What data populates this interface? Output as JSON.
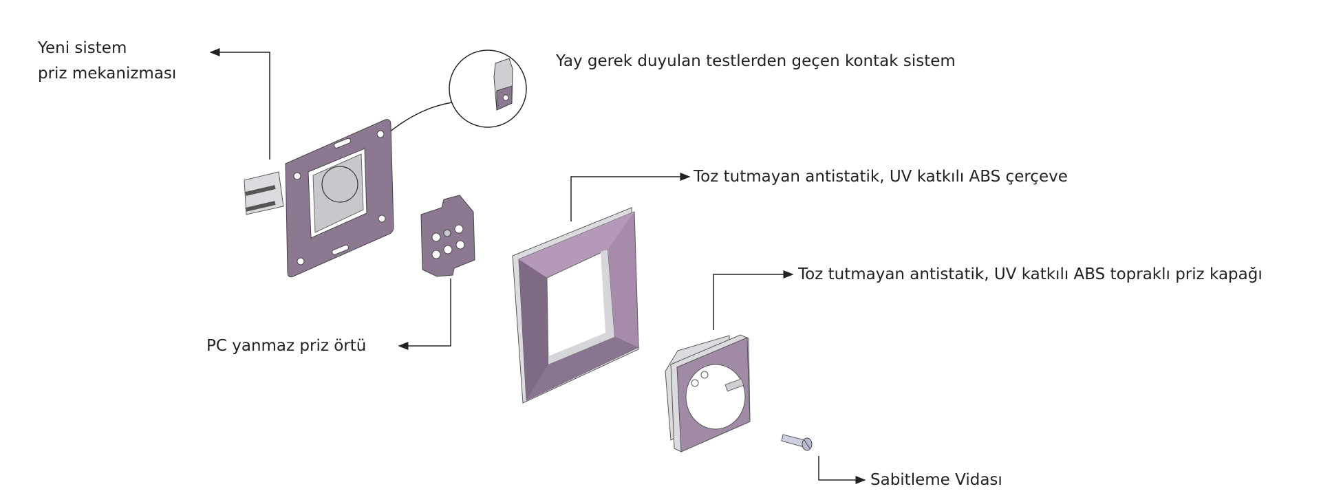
{
  "labels": {
    "mechanism_line1": "Yeni sistem",
    "mechanism_line2": "priz mekanizması",
    "contact": "Yay gerek duyulan testlerden geçen kontak sistem",
    "frame": "Toz tutmayan antistatik, UV katkılı ABS çerçeve",
    "socket_cover": "Toz tutmayan antistatik, UV katkılı ABS topraklı priz kapağı",
    "pc_cover": "PC yanmaz priz örtü",
    "screw": "Sabitleme Vidası"
  },
  "colors": {
    "mechanism": "#8c7891",
    "frame": "#a68caa",
    "plastic": "#dcdce0",
    "line": "#222222"
  }
}
